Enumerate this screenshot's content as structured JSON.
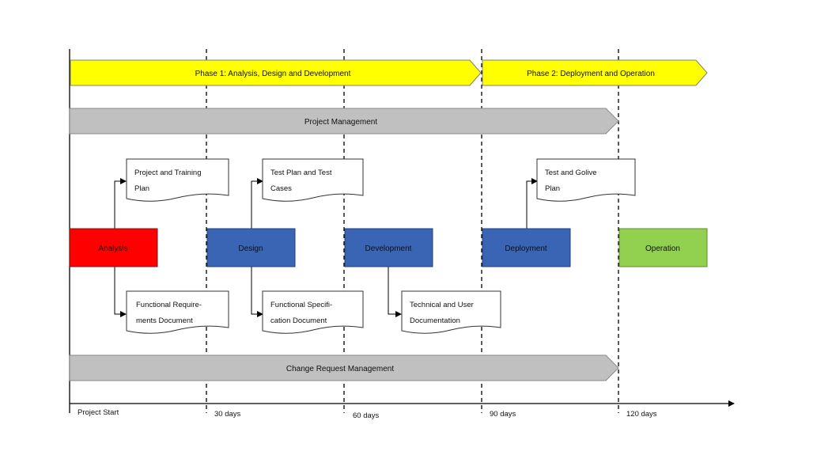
{
  "phases": [
    {
      "label": "Phase 1: Analysis, Design and Development",
      "color": "#ffff00"
    },
    {
      "label": "Phase 2: Deployment and Operation",
      "color": "#ffff00"
    }
  ],
  "bands": {
    "project_management": "Project Management",
    "change_request_management": "Change Request Management",
    "color": "#c0c0c0"
  },
  "stages": [
    {
      "label": "Analysis",
      "color": "#ff0000"
    },
    {
      "label": "Design",
      "color": "#3a64b4"
    },
    {
      "label": "Development",
      "color": "#3a64b4"
    },
    {
      "label": "Deployment",
      "color": "#3a64b4"
    },
    {
      "label": "Operation",
      "color": "#92d050"
    }
  ],
  "documents": {
    "project_training_plan": [
      "Project and Training",
      "Plan"
    ],
    "test_plan": [
      "Test Plan and Test",
      "Cases"
    ],
    "test_golive_plan": [
      "Test and Golive",
      "Plan"
    ],
    "functional_requirements": [
      "Functional Require-",
      "ments Document"
    ],
    "functional_specification": [
      "Functional Specifi-",
      "cation Document"
    ],
    "technical_documentation": [
      "Technical and User",
      "Documentation"
    ]
  },
  "timeline": [
    "Project Start",
    "30 days",
    "60 days",
    "90 days",
    "120 days"
  ]
}
